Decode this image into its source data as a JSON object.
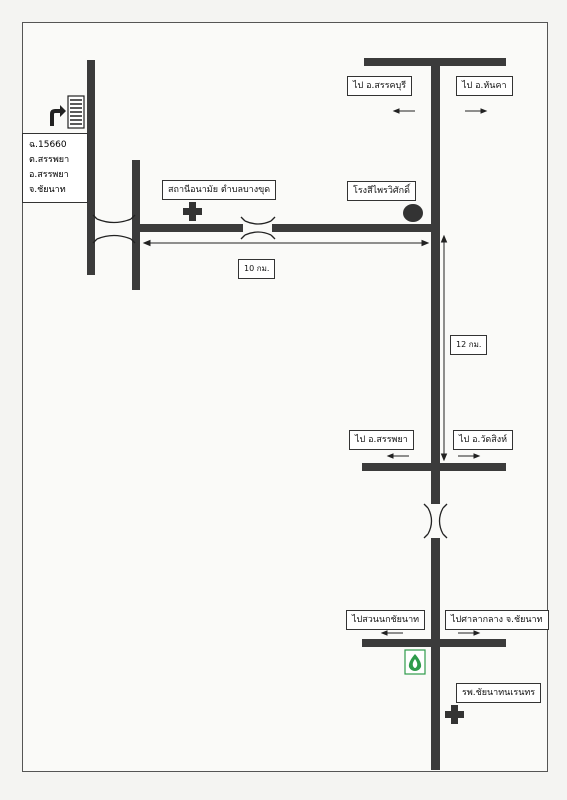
{
  "address": {
    "line1": "ฉ.15660",
    "line2": "ต.สรรพยา",
    "line3": "อ.สรรพยา",
    "line4": "จ.ชัยนาท"
  },
  "labels": {
    "to_sankhaburi": "ไป อ.สรรคบุรี",
    "to_hankha": "ไป อ.หันคา",
    "factory": "โรงสีไพรวิศักดิ์",
    "health_station": "สถานีอนามัย ตำบลบางขุด",
    "dist_10km": "10 กม.",
    "dist_12km": "12 กม.",
    "to_sapphaya": "ไป อ.สรรพยา",
    "to_wat_sing": "ไป อ.วัดสิงห์",
    "to_bird_park": "ไปสวนนกชัยนาท",
    "to_city_hall": "ไปศาลากลาง จ.ชัยนาท",
    "hospital": "รพ.ชัยนาทนเรนทร"
  },
  "colors": {
    "road": "#3b3b3b",
    "line": "#222222",
    "logo_green": "#2e9b4a"
  },
  "icons": {
    "turn": "turn-right-arrow-icon",
    "building": "building-icon",
    "health_cross": "cross-icon",
    "factory_marker": "circle-marker-icon",
    "logo": "hospital-logo-icon"
  }
}
